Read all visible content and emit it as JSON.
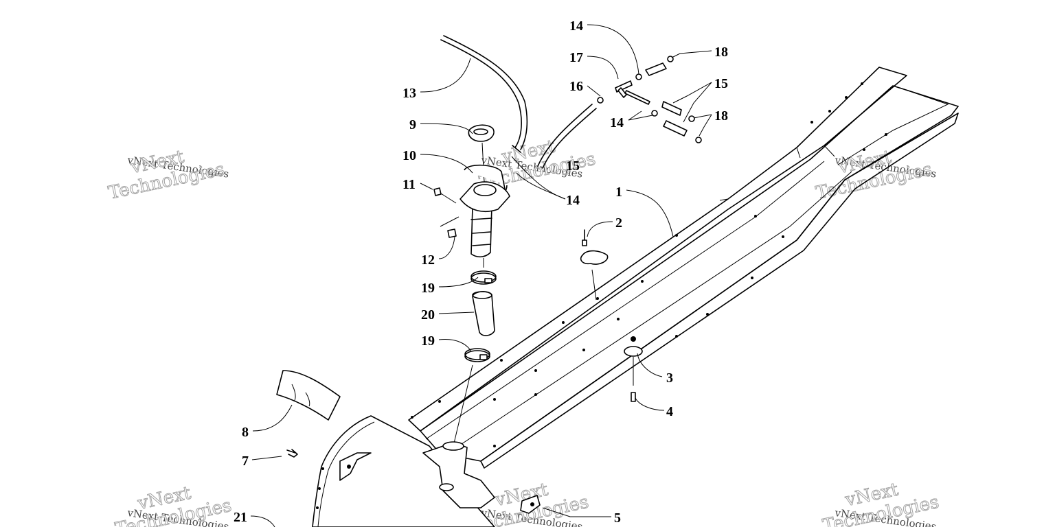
{
  "callouts": [
    {
      "label": "1"
    },
    {
      "label": "2"
    },
    {
      "label": "3"
    },
    {
      "label": "4"
    },
    {
      "label": "5"
    },
    {
      "label": "7"
    },
    {
      "label": "8"
    },
    {
      "label": "9"
    },
    {
      "label": "10"
    },
    {
      "label": "11"
    },
    {
      "label": "12"
    },
    {
      "label": "13"
    },
    {
      "label": "14"
    },
    {
      "label": "14"
    },
    {
      "label": "14"
    },
    {
      "label": "15"
    },
    {
      "label": "15"
    },
    {
      "label": "16"
    },
    {
      "label": "17"
    },
    {
      "label": "18"
    },
    {
      "label": "18"
    },
    {
      "label": "19"
    },
    {
      "label": "19"
    },
    {
      "label": "20"
    },
    {
      "label": "21"
    }
  ],
  "watermark": {
    "text_small": "vNext Technologies",
    "text_big_1": "vNext",
    "text_big_2": "Technologies"
  }
}
